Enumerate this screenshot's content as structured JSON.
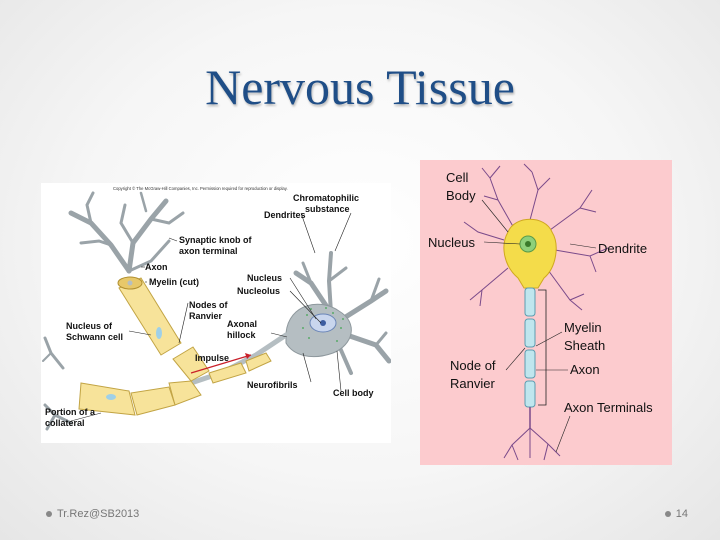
{
  "slide": {
    "title": "Nervous Tissue",
    "footer_author": "Tr.Rez@SB2013",
    "page_number": "14"
  },
  "left_diagram": {
    "copyright": "Copyright © The McGraw-Hill Companies, Inc. Permission required for reproduction or display.",
    "labels": {
      "chromatophilic_1": "Chromatophilic",
      "chromatophilic_2": "substance",
      "dendrites": "Dendrites",
      "synaptic_1": "Synaptic knob of",
      "synaptic_2": "axon terminal",
      "axon": "Axon",
      "myelin_cut": "Myelin (cut)",
      "nodes_1": "Nodes of",
      "nodes_2": "Ranvier",
      "nucleus": "Nucleus",
      "nucleolus": "Nucleolus",
      "schwann_1": "Nucleus of",
      "schwann_2": "Schwann cell",
      "axonal_1": "Axonal",
      "axonal_2": "hillock",
      "impulse": "Impulse",
      "neurofibrils": "Neurofibrils",
      "cell_body": "Cell body",
      "collateral_1": "Portion of a",
      "collateral_2": "collateral"
    }
  },
  "right_diagram": {
    "labels": {
      "cell_body_1": "Cell",
      "cell_body_2": "Body",
      "nucleus": "Nucleus",
      "dendrite": "Dendrite",
      "myelin_1": "Myelin",
      "myelin_2": "Sheath",
      "node_1": "Node of",
      "node_2": "Ranvier",
      "axon": "Axon",
      "terminals": "Axon Terminals"
    }
  }
}
